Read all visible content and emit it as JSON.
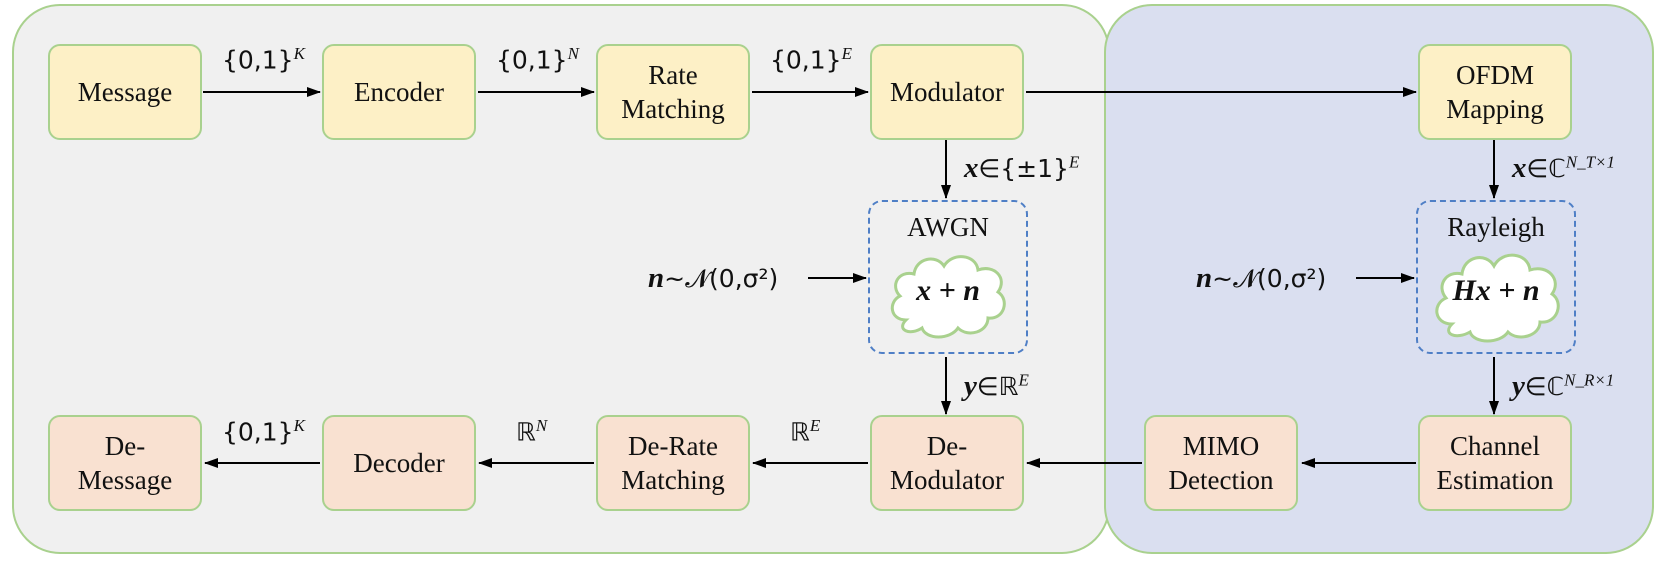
{
  "panels": {
    "awgn": {
      "fill": "#f0f0f0",
      "border": "#a9d18e"
    },
    "rayleigh": {
      "fill": "#dadff0",
      "border": "#a9d18e"
    }
  },
  "transmit_blocks": {
    "message": "Message",
    "encoder": "Encoder",
    "rate_matching": "Rate\nMatching",
    "modulator": "Modulator",
    "ofdm_mapping": "OFDM\nMapping"
  },
  "receive_blocks": {
    "de_message": "De-\nMessage",
    "decoder": "Decoder",
    "de_rate_matching": "De-Rate\nMatching",
    "de_modulator": "De-\nModulator",
    "mimo_detection": "MIMO\nDetection",
    "channel_estimation": "Channel\nEstimation"
  },
  "channels": {
    "awgn": {
      "title": "AWGN",
      "expression": "x + n"
    },
    "rayleigh": {
      "title": "Rayleigh",
      "expression": "Hx + n"
    }
  },
  "edge_labels": {
    "msg_to_enc": {
      "base": "{0,1}",
      "sup": "K"
    },
    "enc_to_rm": {
      "base": "{0,1}",
      "sup": "N"
    },
    "rm_to_mod": {
      "base": "{0,1}",
      "sup": "E"
    },
    "mod_to_awgn": {
      "var": "x",
      "rel": "∈{±1}",
      "sup": "E"
    },
    "awgn_to_demod": {
      "var": "y",
      "rel": "∈ℝ",
      "sup": "E"
    },
    "demod_to_derm": {
      "base": "ℝ",
      "sup": "E"
    },
    "derm_to_dec": {
      "base": "ℝ",
      "sup": "N"
    },
    "dec_to_demsg": {
      "base": "{0,1}",
      "sup": "K"
    },
    "ofdm_to_rayleigh": {
      "var": "x",
      "rel": "∈ℂ",
      "sup": "N_T×1"
    },
    "rayleigh_to_ce": {
      "var": "y",
      "rel": "∈ℂ",
      "sup": "N_R×1"
    }
  },
  "noise_labels": {
    "awgn": {
      "var": "n",
      "dist": "~𝓝",
      "params": "(0,σ²)"
    },
    "rayleigh": {
      "var": "n",
      "dist": "~𝓝",
      "params": "(0,σ²)"
    }
  },
  "colors": {
    "tx_fill": "#fdf0c6",
    "rx_fill": "#f9e1d1",
    "block_border": "#a9d18e",
    "channel_border": "#4f7fc6",
    "arrow": "#000000"
  }
}
